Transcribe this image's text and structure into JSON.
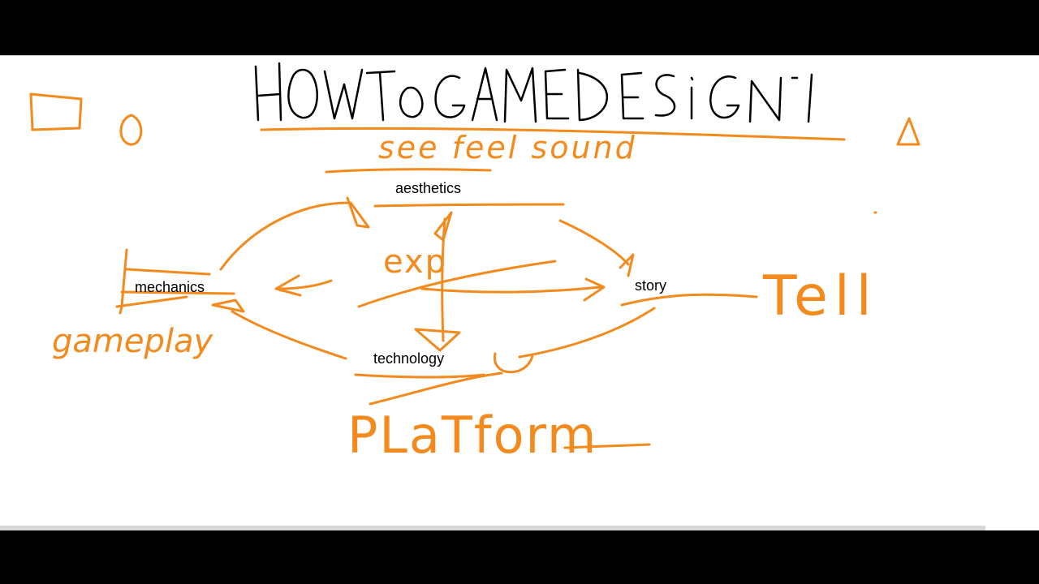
{
  "canvas": {
    "ink_color": "#f28a1d",
    "title_ink_color": "#000000",
    "background": "#ffffff"
  },
  "diagram": {
    "title": "HOWTOGAMEDESIGN",
    "subtitle": "see feel sound",
    "center": "exp",
    "nodes": {
      "aesthetics": "aesthetics",
      "mechanics": "mechanics",
      "story": "story",
      "technology": "technology"
    },
    "annotations": {
      "gameplay": "gameplay",
      "tell": "Tell",
      "platform": "PLaTform"
    },
    "shapes": [
      "rectangle",
      "circle",
      "triangle"
    ]
  }
}
